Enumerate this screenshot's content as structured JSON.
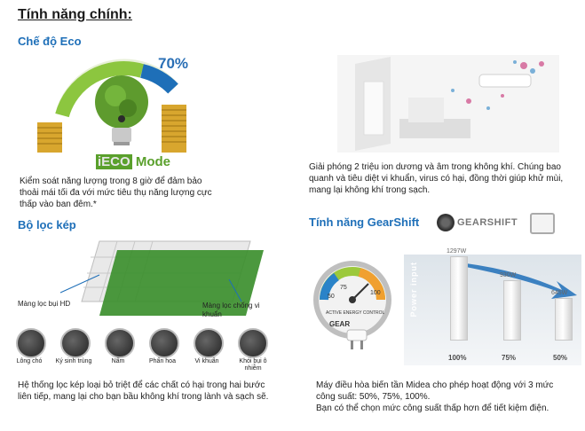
{
  "page": {
    "title": "Tính năng chính:"
  },
  "eco": {
    "heading": "Chế độ Eco",
    "percent": "70%",
    "logo_prefix": "iECO",
    "logo_suffix": "Mode",
    "description": "Kiểm soát năng lượng trong 8 giờ để đảm bảo thoải mái tối đa với mức tiêu thụ năng lượng cực thấp vào ban đêm.*"
  },
  "ion": {
    "description": "Giải phóng 2 triệu ion dương và âm trong không khí. Chúng bao quanh và tiêu diệt vi khuẩn, virus có hại, đồng thời giúp khử mùi, mang lại không khí trong sạch."
  },
  "filter": {
    "heading": "Bộ lọc kép",
    "label_hd": "Màng lọc bụi HD",
    "label_antibac": "Màng lọc chống vi khuẩn",
    "items": [
      {
        "label": "Lông chó"
      },
      {
        "label": "Ký sinh trùng"
      },
      {
        "label": "Nấm"
      },
      {
        "label": "Phấn hoa"
      },
      {
        "label": "Vi khuẩn"
      },
      {
        "label": "Khói bụi ô nhiễm"
      }
    ],
    "description": "Hệ thống lọc kép loại bỏ triệt để các chất có hại trong hai bước liên tiếp, mang lại cho bạn bầu không khí trong lành và sạch sẽ."
  },
  "gearshift": {
    "heading": "Tính năng GearShift",
    "badge": "GEARSHIFT",
    "gauge_caption": "ACTIVE ENERGY CONTROL",
    "gauge_brand": "GEAR",
    "gauge_ticks": [
      "75",
      "50",
      "100"
    ],
    "axis_label": "Power input",
    "description": "Máy điều hòa biến tần Midea cho phép hoạt động với 3 mức công suất: 50%, 75%, 100%.\nBạn có thể chọn mức công suất thấp hơn để tiết kiệm điện."
  },
  "chart_data": {
    "type": "bar",
    "categories": [
      "100%",
      "75%",
      "50%"
    ],
    "values": [
      1297,
      930,
      645
    ],
    "value_labels": [
      "1297W",
      "930W",
      "645W"
    ],
    "ylabel": "Power input",
    "ylim": [
      0,
      1400
    ]
  }
}
